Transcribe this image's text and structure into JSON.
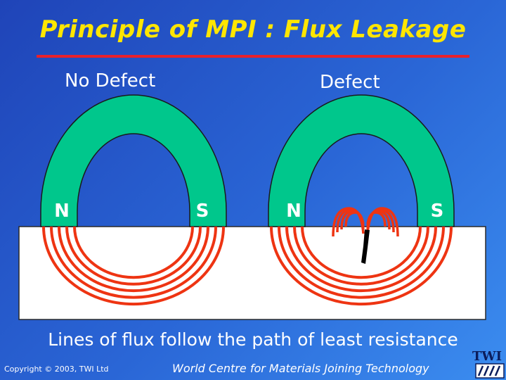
{
  "title": "Principle of MPI : Flux Leakage",
  "panels": {
    "no_defect": {
      "label": "No Defect",
      "pole_left": "N",
      "pole_right": "S"
    },
    "defect": {
      "label": "Defect",
      "pole_left": "N",
      "pole_right": "S"
    }
  },
  "caption": "Lines of flux follow the path of least resistance",
  "footer": {
    "copyright": "Copyright © 2003, TWI Ltd",
    "tagline": "World Centre for Materials Joining Technology",
    "logo_text": "TWI"
  },
  "colors": {
    "title": "#ffe600",
    "title_rule": "#e8212c",
    "magnet": "#00c78c",
    "flux": "#ee3412",
    "workpiece": "#ffffff",
    "crack": "#000000"
  }
}
